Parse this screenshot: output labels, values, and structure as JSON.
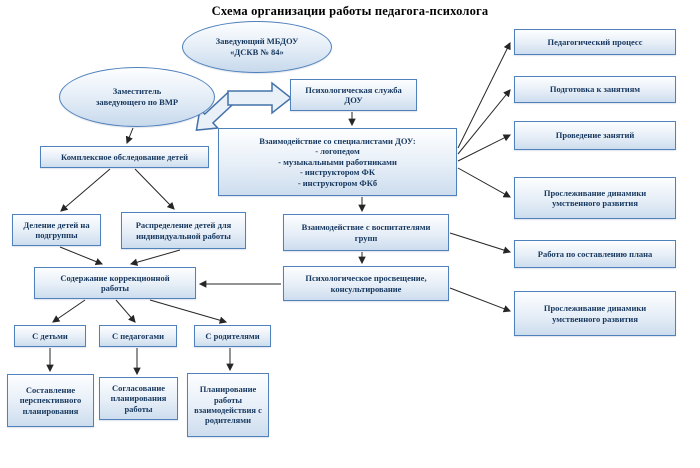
{
  "title": "Схема организации работы педагога-психолога",
  "ellipses": {
    "head": "Заведующий МБДОУ\n«ДСКВ № 84»",
    "deputy": "Заместитель\nзаведующего по ВМР"
  },
  "boxes": {
    "psych_service": "Психологическая служба\nДОУ",
    "specialists": "Взаимодействие со специалистами ДОУ:\n- логопедом\n- музыкальными работниками\n- инструктором ФК\n- инструктором ФКб",
    "complex_exam": "Комплексное обследование детей",
    "division": "Деление детей на\nподгруппы",
    "distribution": "Распределение детей для\nиндивидуальной работы",
    "educators": "Взаимодействие с воспитателями\nгрупп",
    "correction": "Содержание коррекционной\nработы",
    "education": "Психологическое просвещение,\nконсультирование",
    "with_children": "С детьми",
    "with_teachers": "С педагогами",
    "with_parents": "С родителями",
    "perspective": "Составление\nперспективного\nпланирования",
    "agreement": "Согласование\nпланирования\nработы",
    "parents_plan": "Планирование\nработы\nвзаимодействия с\nродителями"
  },
  "right_column": [
    {
      "label": "Педагогический процесс"
    },
    {
      "label": "Подготовка к занятиям"
    },
    {
      "label": "Проведение занятий"
    },
    {
      "label": "Прослеживание динамики\nумственного развития"
    },
    {
      "label": "Работа по составлению плана"
    },
    {
      "label": "Прослеживание динамики\nумственного развития"
    }
  ],
  "colors": {
    "shape_border": "#4f81bd",
    "shape_fill": "#dce6f2",
    "text": "#16375e",
    "connector": "#262626"
  }
}
